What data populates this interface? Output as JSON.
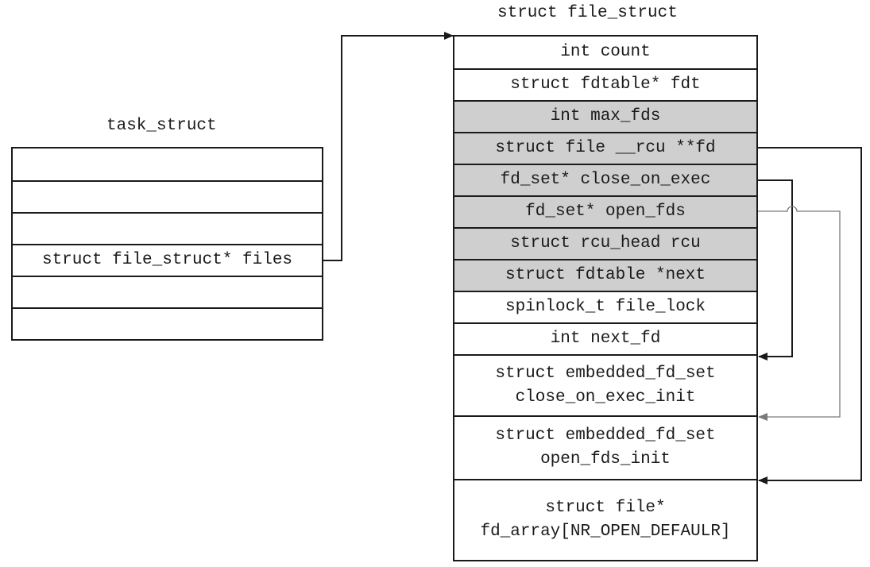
{
  "task_struct": {
    "title": "task_struct",
    "fields": [
      "",
      "",
      "",
      "struct file_struct* files",
      "",
      ""
    ]
  },
  "file_struct": {
    "title": "struct file_struct",
    "fields": [
      {
        "text": "int count",
        "shaded": false
      },
      {
        "text": "struct fdtable* fdt",
        "shaded": false
      },
      {
        "text": "int max_fds",
        "shaded": true
      },
      {
        "text": "struct file __rcu **fd",
        "shaded": true
      },
      {
        "text": "fd_set* close_on_exec",
        "shaded": true
      },
      {
        "text": "fd_set* open_fds",
        "shaded": true
      },
      {
        "text": "struct rcu_head rcu",
        "shaded": true
      },
      {
        "text": "struct fdtable *next",
        "shaded": true
      },
      {
        "text": "spinlock_t file_lock",
        "shaded": false
      },
      {
        "text": "int next_fd",
        "shaded": false
      },
      {
        "text": "struct embedded_fd_set",
        "text2": "close_on_exec_init",
        "shaded": false
      },
      {
        "text": "struct embedded_fd_set",
        "text2": "open_fds_init",
        "shaded": false
      },
      {
        "text": "struct file*",
        "text2": "fd_array[NR_OPEN_DEFAULR]",
        "shaded": false
      }
    ]
  },
  "colors": {
    "line": "#1a1a1a",
    "shaded_fill": "#cfcfcf",
    "thin_arrow": "#7a7a7a"
  }
}
